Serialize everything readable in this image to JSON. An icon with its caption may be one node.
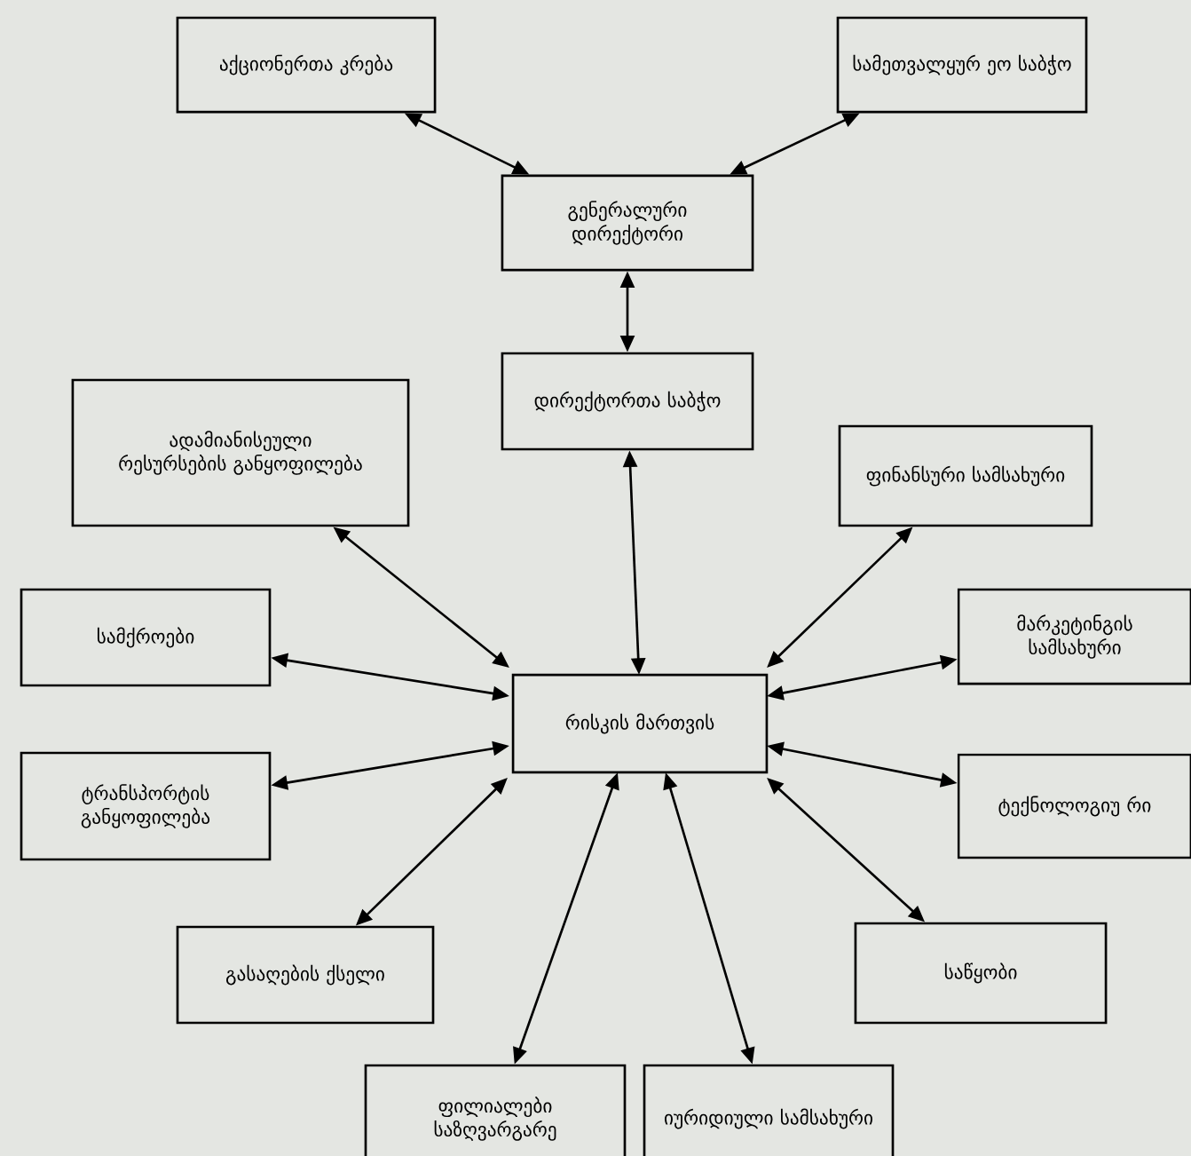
{
  "diagram": {
    "nodes": [
      {
        "text": [
          "აქციონერთა კრება"
        ]
      },
      {
        "text": [
          "სამეთვალყურ ეო საბჭო"
        ]
      },
      {
        "text": [
          "გენერალური დირექტორი"
        ]
      },
      {
        "text": [
          "დირექტორთა საბჭო"
        ]
      },
      {
        "text": [
          "ადამიანისეული რესურსების განყოფილება"
        ]
      },
      {
        "text": [
          "ფინანსური სამსახური"
        ]
      },
      {
        "text": [
          "სამქროები"
        ]
      },
      {
        "text": [
          "მარკეტინგის სამსახური"
        ]
      },
      {
        "text": [
          "რისკის მართვის"
        ]
      },
      {
        "text": [
          "ტრანსპორტის განყოფილება"
        ]
      },
      {
        "text": [
          "ტექნოლოგიუ რი"
        ]
      },
      {
        "text": [
          "გასაღების ქსელი"
        ]
      },
      {
        "text": [
          "საწყობი"
        ]
      },
      {
        "text": [
          "ფილიალები საზღვარგარე"
        ]
      },
      {
        "text": [
          "იურიდიული სამსახური"
        ]
      }
    ],
    "edges": [
      {
        "from": 0,
        "to": 2,
        "arrow": "both"
      },
      {
        "from": 1,
        "to": 2,
        "arrow": "both"
      },
      {
        "from": 2,
        "to": 3,
        "arrow": "both"
      },
      {
        "from": 3,
        "to": 8,
        "arrow": "both"
      },
      {
        "from": 4,
        "to": 8,
        "arrow": "both"
      },
      {
        "from": 5,
        "to": 8,
        "arrow": "both"
      },
      {
        "from": 6,
        "to": 8,
        "arrow": "both"
      },
      {
        "from": 7,
        "to": 8,
        "arrow": "both"
      },
      {
        "from": 9,
        "to": 8,
        "arrow": "both"
      },
      {
        "from": 10,
        "to": 8,
        "arrow": "both"
      },
      {
        "from": 11,
        "to": 8,
        "arrow": "both"
      },
      {
        "from": 12,
        "to": 8,
        "arrow": "both"
      },
      {
        "from": 13,
        "to": 8,
        "arrow": "both"
      },
      {
        "from": 14,
        "to": 8,
        "arrow": "both"
      }
    ]
  }
}
